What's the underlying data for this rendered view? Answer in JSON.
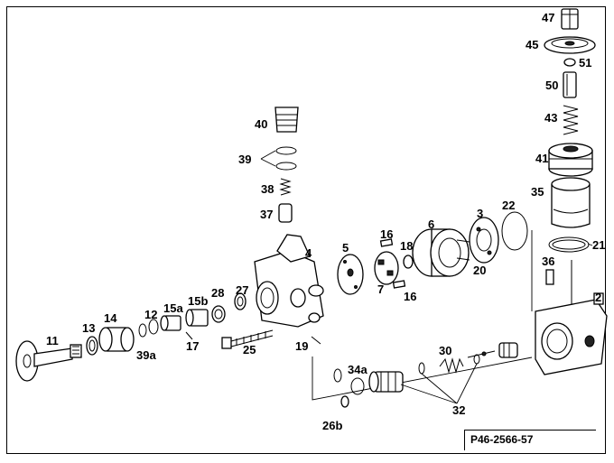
{
  "diagram": {
    "reference": "P46-2566-57",
    "callouts": {
      "c47": "47",
      "c45": "45",
      "c51": "51",
      "c50": "50",
      "c43": "43",
      "c41": "41",
      "c35": "35",
      "c21": "21",
      "c36": "36",
      "c2": "2",
      "c22": "22",
      "c3": "3",
      "c20": "20",
      "c6": "6",
      "c16a": "16",
      "c18": "18",
      "c16b": "16",
      "c7": "7",
      "c5": "5",
      "c4": "4",
      "c40": "40",
      "c39": "39",
      "c38": "38",
      "c37": "37",
      "c27": "27",
      "c28": "28",
      "c15b": "15b",
      "c15a": "15a",
      "c17": "17",
      "c12": "12",
      "c39a": "39a",
      "c14": "14",
      "c13": "13",
      "c11": "11",
      "c25": "25",
      "c19": "19",
      "c30": "30",
      "c34a": "34a",
      "c26b": "26b",
      "c32": "32"
    }
  }
}
